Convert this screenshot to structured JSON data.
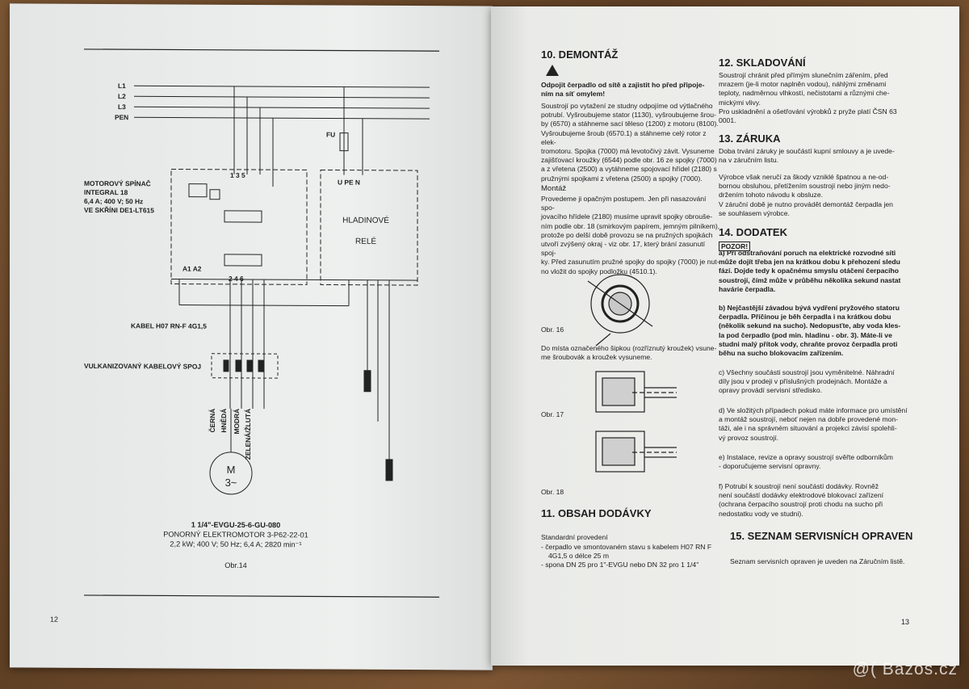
{
  "left_page": {
    "diagram": {
      "lines": [
        "L1",
        "L2",
        "L3",
        "PEN"
      ],
      "switch_label": [
        "MOTOROVÝ SPÍNAČ",
        "INTEGRAL 18",
        "6,4 A; 400 V; 50 Hz",
        "VE SKŘÍNI DE1-LT615"
      ],
      "fuse": "FU",
      "relay_terminals": "U PE N",
      "relay_label": [
        "HLADINOVÉ",
        "RELÉ"
      ],
      "terminal_top": "1  3  5",
      "terminal_a": "A1 A2",
      "terminal_bottom": "2  4  6",
      "cable": "KABEL H07 RN-F 4G1,5",
      "joint": "VULKANIZOVANÝ KABELOVÝ SPOJ",
      "wires": [
        "ČERNÁ",
        "HNĚDÁ",
        "MODRÁ",
        "ZELENÁ/ŽLUTÁ"
      ],
      "motor": [
        "M",
        "3~"
      ]
    },
    "caption": {
      "model": "1 1/4\"-EVGU-25-6-GU-080",
      "type": "PONORNÝ ELEKTROMOTOR 3-P62-22-01",
      "spec": "2,2 kW; 400 V; 50 Hz; 6,4 A; 2820 min⁻¹",
      "fig": "Obr.14"
    },
    "page_number": "12"
  },
  "right_page": {
    "sec10": {
      "title": "10. DEMONTÁŽ",
      "warning": "Odpojit čerpadlo od sítě a zajistit ho před připoje-ním na síť omylem!",
      "body": [
        "Soustrojí po vytažení ze studny odpojíme od výtlačného",
        "potrubí. Vyšroubujeme stator (1130), vyšroubujeme šrou-",
        "by (6570) a stáhneme sací těleso (1200) z motoru (8100).",
        "Vyšroubujeme šroub (6570.1) a stáhneme celý rotor z elek-",
        "tromotoru. Spojka (7000) má levotočivý závit. Vysuneme",
        "zajišťovací kroužky (6544) podle obr. 16 ze spojky (7000)",
        "a z vřetena (2500) a vytáhneme spojovací hřídel (2180) s",
        "pružnými spojkami z vřetena (2500) a spojky (7000)."
      ],
      "montaz_title": "Montáž",
      "montaz_body": [
        "Provedeme ji opačným postupem. Jen při nasazování spo-",
        "jovacího hřídele (2180) musíme upravit spojky obrouše-",
        "ním podle obr. 18 (smirkovým papírem, jemným pilníkem),",
        "protože po delší době provozu se na pružných spojkách",
        "utvoří zvýšený okraj - viz obr. 17, který brání zasunutí spoj-",
        "ky. Před zasunutím pružné spojky do spojky (7000) je nut-",
        "no vložit do spojky podložku (4510.1)."
      ],
      "fig16": "Obr. 16",
      "fig16_text": [
        "Do místa označeného šipkou (rozříznutý kroužek) vsune-",
        "me šroubovák a kroužek vysuneme."
      ],
      "fig17": "Obr. 17",
      "fig18": "Obr. 18"
    },
    "sec11": {
      "title": "11. OBSAH DODÁVKY",
      "intro": "Standardní provedení",
      "items": [
        "čerpadlo ve smontovaném stavu s kabelem H07 RN F",
        "4G1,5 o délce 25 m",
        "spona DN 25 pro 1\"-EVGU nebo DN 32 pro 1 1/4\""
      ]
    },
    "sec12": {
      "title": "12. SKLADOVÁNÍ",
      "body": [
        "Soustrojí chránit před přímým slunečním zářením, před",
        "mrazem (je-li motor naplněn vodou), náhlými změnami",
        "teploty, nadměrnou vlhkostí, nečistotami a různými che-",
        "mickými vlivy.",
        "Pro uskladnění a ošetřování výrobků z pryže platí ČSN 63",
        "0001."
      ]
    },
    "sec13": {
      "title": "13. ZÁRUKA",
      "body1": [
        "Doba trvání záruky je součástí kupní smlouvy a je uvede-",
        "na v záručním listu."
      ],
      "body2": [
        "Výrobce však neručí za škody vzniklé špatnou a ne-od-",
        "bornou obsluhou, přetížením soustrojí nebo jiným nedo-",
        "držením tohoto návodu k obsluze.",
        "V záruční době je nutno provádět demontáž čerpadla jen",
        "se souhlasem výrobce."
      ]
    },
    "sec14": {
      "title": "14. DODATEK",
      "badge": "POZOR!",
      "a": [
        "a) Při odstraňování poruch na elektrické rozvodné síti",
        "může dojít třeba jen na krátkou dobu k přehození sledu",
        "fází. Dojde tedy k opačnému smyslu otáčení čerpacího",
        "soustrojí, čímž může v průběhu několika sekund nastat",
        "havárie čerpadla."
      ],
      "b": [
        "b) Nejčastější závadou bývá vydření pryžového statoru",
        "čerpadla. Příčinou je běh čerpadla i na krátkou dobu",
        "(několik sekund na sucho). Nedopusťte, aby voda kles-",
        "la pod čerpadlo (pod min. hladinu - obr. 3). Máte-li ve",
        "studni malý přítok vody, chraňte provoz čerpadla proti",
        "běhu na sucho blokovacím zařízením."
      ],
      "c": [
        "c) Všechny součásti soustrojí jsou vyměnitelné. Náhradní",
        "díly jsou v prodeji v příslušných prodejnách. Montáže a",
        "opravy provádí servisní středisko."
      ],
      "d": [
        "d) Ve složitých případech pokud máte informace pro umístění",
        "a montáž soustrojí, neboť nejen na dobře provedené mon-",
        "táži, ale i na správném situování a projekci závisí spolehli-",
        "vý provoz soustrojí."
      ],
      "e": [
        "e) Instalace, revize a opravy soustrojí svěřte odborníkům",
        "- doporučujeme servisní opravny."
      ],
      "f": [
        "f) Potrubí k soustrojí není součástí dodávky. Rovněž",
        "není součástí dodávky elektrodové blokovací zařízení",
        "(ochrana čerpacího soustrojí proti chodu na sucho při",
        "nedostatku vody ve studni)."
      ]
    },
    "sec15": {
      "title": "15. SEZNAM SERVISNÍCH OPRAVEN",
      "body": "Seznam servisních opraven je uveden na Záručním listě."
    },
    "page_number": "13"
  },
  "watermark": "@( Bazos.cz"
}
